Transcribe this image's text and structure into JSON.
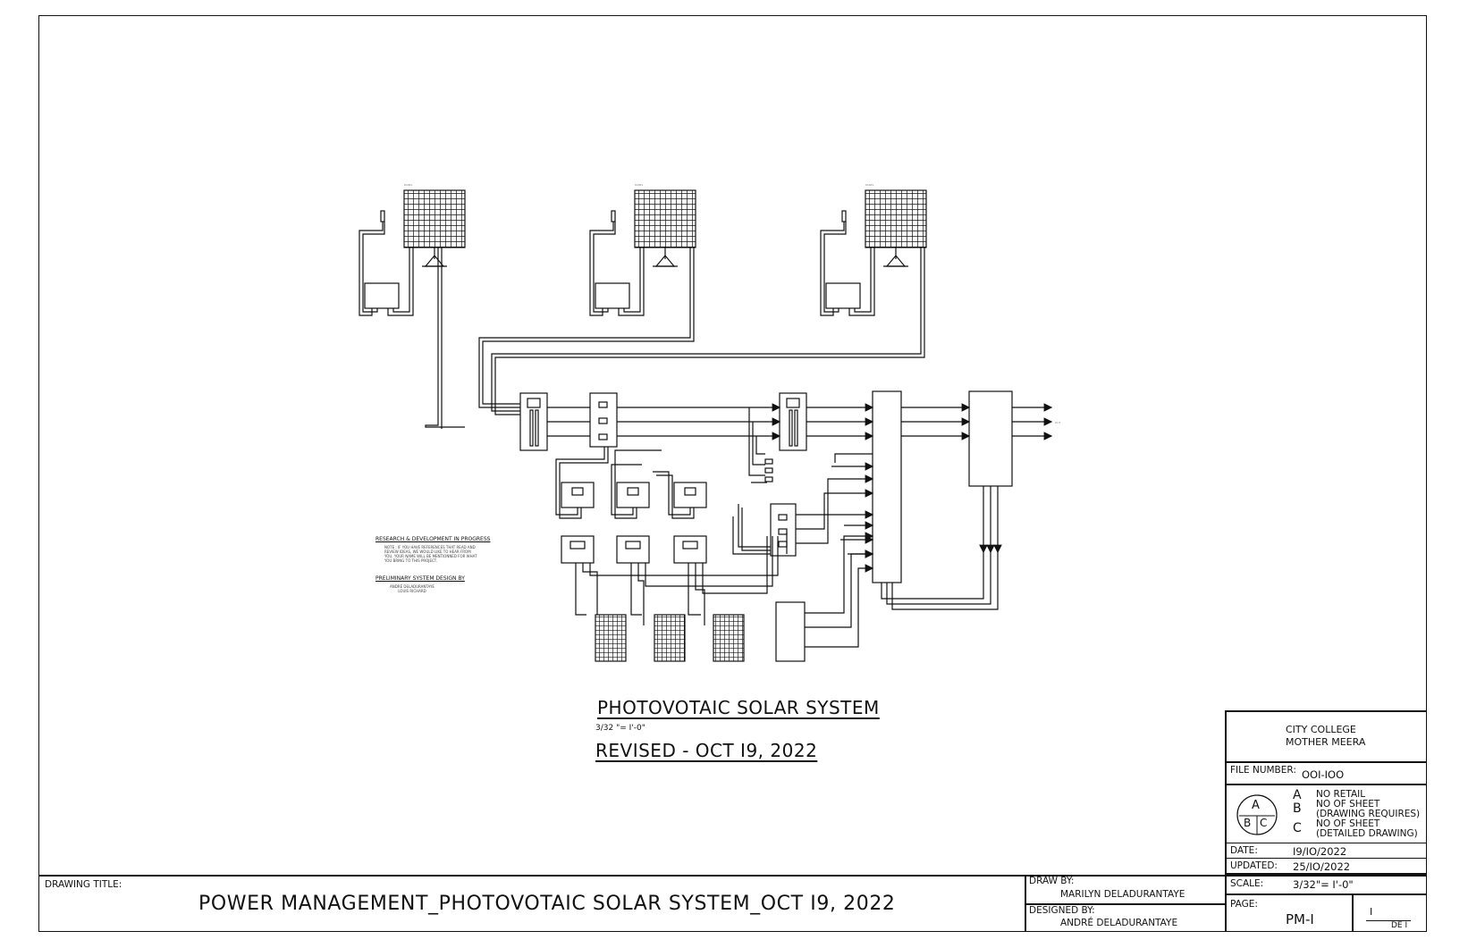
{
  "drawing": {
    "main_title": "PHOTOVOTAIC SOLAR SYSTEM",
    "scale_note": "3/32 \"= I'-0\"",
    "revised": "REVISED - OCT I9, 2022"
  },
  "notes": {
    "heading": "RESEARCH & DEVELOPMENT IN PROGRESS",
    "body": [
      "NOTE : IF YOU HAVE REFERENCES THAT READ AND",
      "REVIEW IDEAS, WE WOULD LIKE TO HEAR FROM",
      "YOU. YOUR NAME WILL BE MENTIONNED FOR WHAT",
      "YOU BRING TO THIS PROJECT."
    ],
    "design_heading": "PRELIMINARY SYSTEM DESIGN BY",
    "design_names": [
      "ANDRÉ DELADURANTAYE",
      "LOUIS RICHARD"
    ]
  },
  "title_block": {
    "drawing_title_label": "DRAWING TITLE:",
    "drawing_title": "POWER MANAGEMENT_PHOTOVOTAIC SOLAR SYSTEM_OCT I9, 2022",
    "draw_by_label": "DRAW BY:",
    "draw_by": "MARILYN DELADURANTAYE",
    "designed_by_label": "DESIGNED BY:",
    "designed_by": "ANDRÉ DELADURANTAYE",
    "org_line1": "CITY COLLEGE",
    "org_line2": "MOTHER MEERA",
    "file_number_label": "FILE NUMBER:",
    "file_number": "OOI-IOO",
    "legend_circle": {
      "top": "A",
      "bottom_left": "B",
      "bottom_right": "C"
    },
    "legend_letters": [
      "A",
      "B",
      "C"
    ],
    "legend_items": [
      "NO RETAIL",
      "NO OF SHEET",
      "(DRAWING REQUIRES)",
      "NO OF SHEET",
      "(DETAILED DRAWING)"
    ],
    "date_label": "DATE:",
    "date": "I9/IO/2022",
    "updated_label": "UPDATED:",
    "updated": "25/IO/2022",
    "scale_label": "SCALE:",
    "scale": "3/32\"= I'-0\"",
    "page_label": "PAGE:",
    "page": "PM-I",
    "sheet_num": "I",
    "sheet_of": "DE I"
  }
}
